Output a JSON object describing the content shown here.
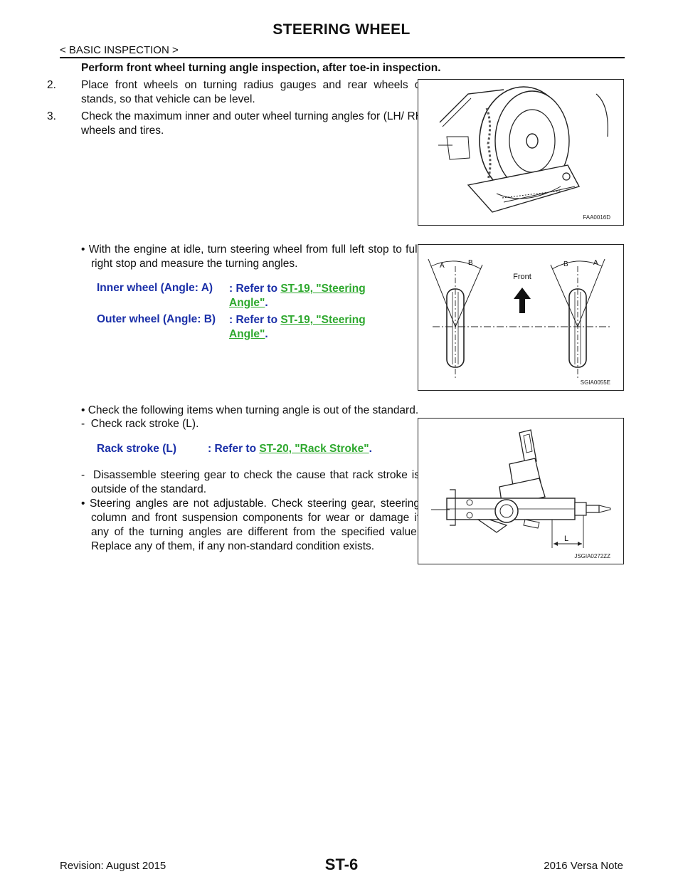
{
  "header": {
    "title": "STEERING WHEEL",
    "section": "< BASIC INSPECTION >"
  },
  "intro_note": "Perform front wheel turning angle inspection, after toe-in inspection.",
  "steps": [
    {
      "num": "2.",
      "text": "Place front wheels on turning radius gauges and rear wheels on stands, so that vehicle can be level."
    },
    {
      "num": "3.",
      "text": "Check the maximum inner and outer wheel turning angles for (LH/ RH) wheels and tires."
    }
  ],
  "bullet1": "With the engine at idle, turn steering wheel from full left stop to full right stop and measure the turning angles.",
  "specs_angle": [
    {
      "label": "Inner wheel (Angle: A)",
      "prefix": ": Refer to ",
      "link": "ST-19, \"Steering Angle\"",
      "suffix": "."
    },
    {
      "label": "Outer wheel (Angle: B)",
      "prefix": ": Refer to ",
      "link": "ST-19, \"Steering Angle\"",
      "suffix": "."
    }
  ],
  "bullet2": "Check the following items when turning angle is out of the standard.",
  "dash1": "Check rack stroke (L).",
  "spec_rack": {
    "label": "Rack stroke (L)",
    "prefix": ": Refer to ",
    "link": "ST-20, \"Rack Stroke\"",
    "suffix": "."
  },
  "dash2": "Disassemble steering gear to check the cause that rack stroke is outside of the standard.",
  "bullet3": "Steering angles are not adjustable. Check steering gear, steering column and front suspension components for wear or damage if any of the turning angles are different from the specified value. Replace any of them, if any non-standard condition exists.",
  "figures": {
    "fig1_id": "FAA0016D",
    "fig2_id": "SGIA0055E",
    "fig3_id": "JSGIA0272ZZ",
    "fig2_front": "Front",
    "fig2_a": "A",
    "fig2_b": "B",
    "fig3_l": "L"
  },
  "footer": {
    "revision": "Revision: August 2015",
    "page": "ST-6",
    "model": "2016 Versa Note"
  }
}
